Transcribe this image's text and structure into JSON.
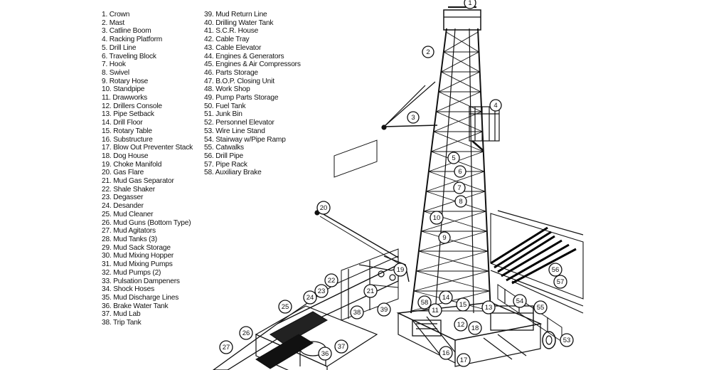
{
  "legend": {
    "column1": [
      "1. Crown",
      "2. Mast",
      "3. Catline Boom",
      "4. Racking Platform",
      "5. Drill Line",
      "6. Traveling Block",
      "7. Hook",
      "8. Swivel",
      "9. Rotary Hose",
      "10. Standpipe",
      "11. Drawworks",
      "12. Drillers Console",
      "13. Pipe Setback",
      "14. Drill Floor",
      "15. Rotary Table",
      "16. Substructure",
      "17. Blow Out Preventer Stack",
      "18. Dog House",
      "19. Choke Manifold",
      "20. Gas Flare",
      "21. Mud Gas Separator",
      "22. Shale Shaker",
      "23. Degasser",
      "24. Desander",
      "25. Mud Cleaner",
      "26. Mud Guns (Bottom Type)",
      "27. Mud Agitators",
      "28. Mud Tanks (3)",
      "29. Mud Sack Storage",
      "30. Mud Mixing Hopper",
      "31. Mud Mixing Pumps",
      "32. Mud Pumps (2)",
      "33. Pulsation Dampeners",
      "34. Shock Hoses",
      "35. Mud Discharge Lines",
      "36. Brake Water Tank",
      "37. Mud Lab",
      "38. Trip Tank"
    ],
    "column2": [
      "39. Mud Return Line",
      "40. Drilling Water Tank",
      "41. S.C.R. House",
      "42. Cable Tray",
      "43. Cable Elevator",
      "44. Engines & Generators",
      "45. Engines & Air Compressors",
      "46. Parts Storage",
      "47. B.O.P. Closing Unit",
      "48. Work Shop",
      "49. Pump Parts Storage",
      "50. Fuel Tank",
      "51. Junk Bin",
      "52. Personnel Elevator",
      "53. Wire Line Stand",
      "54. Stairway w/Pipe Ramp",
      "55. Catwalks",
      "56. Drill Pipe",
      "57. Pipe Rack",
      "58. Auxiliary Brake"
    ]
  },
  "callouts": [
    "1",
    "2",
    "3",
    "4",
    "5",
    "6",
    "7",
    "8",
    "9",
    "10",
    "11",
    "12",
    "13",
    "14",
    "15",
    "16",
    "17",
    "18",
    "19",
    "20",
    "21",
    "22",
    "23",
    "24",
    "25",
    "26",
    "27",
    "38",
    "39",
    "36",
    "37",
    "53",
    "54",
    "55",
    "56",
    "57",
    "58"
  ]
}
